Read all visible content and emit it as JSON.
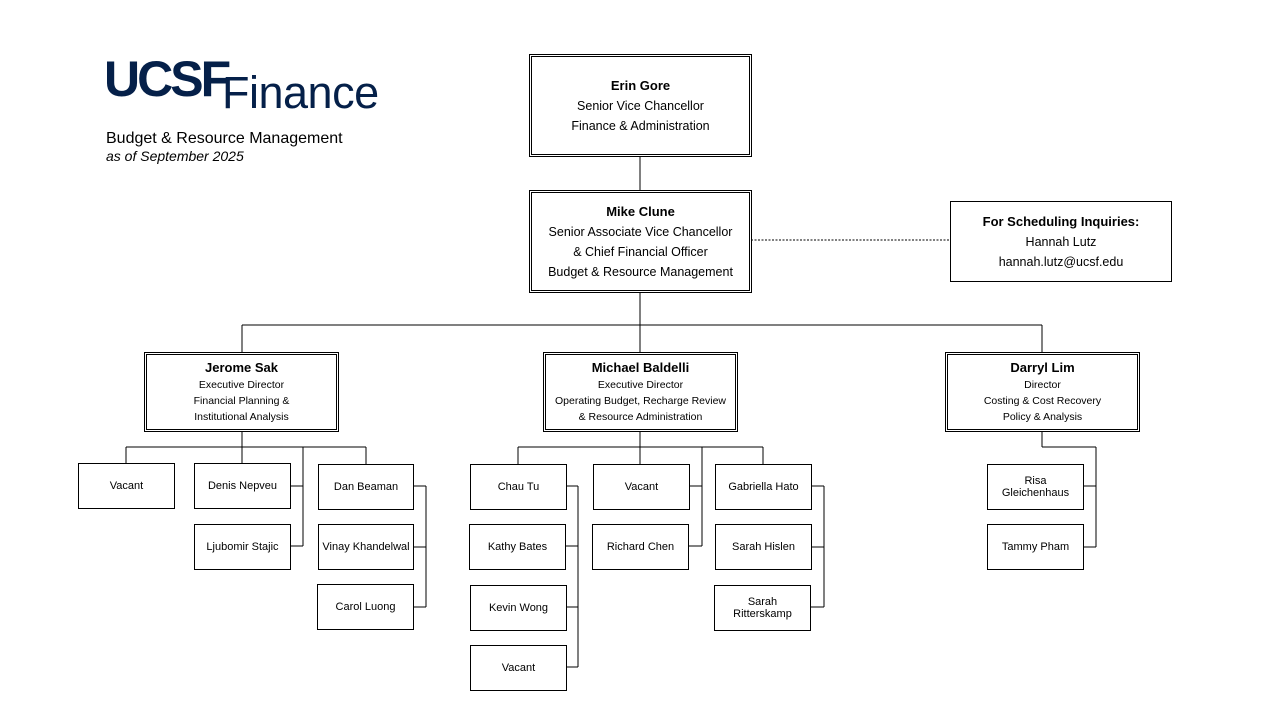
{
  "logo": {
    "mark": "UCSF",
    "word": "Finance"
  },
  "header": {
    "subtitle": "Budget & Resource Management",
    "as_of": "as of September 2025"
  },
  "top": {
    "name": "Erin Gore",
    "title1": "Senior Vice Chancellor",
    "title2": "Finance & Administration"
  },
  "cfo": {
    "name": "Mike Clune",
    "title1": "Senior Associate Vice Chancellor",
    "title2": "& Chief Financial Officer",
    "title3": "Budget & Resource Management"
  },
  "scheduling": {
    "heading": "For Scheduling Inquiries:",
    "name": "Hannah Lutz",
    "email": "hannah.lutz@ucsf.edu"
  },
  "managers": [
    {
      "name": "Jerome Sak",
      "title1": "Executive Director",
      "title2": "Financial Planning &",
      "title3": "Institutional Analysis"
    },
    {
      "name": "Michael Baldelli",
      "title1": "Executive Director",
      "title2": "Operating Budget, Recharge Review",
      "title3": "& Resource Administration"
    },
    {
      "name": "Darryl Lim",
      "title1": "Director",
      "title2": "Costing & Cost Recovery",
      "title3": "Policy & Analysis"
    }
  ],
  "staff": {
    "jerome": {
      "col1": [
        "Vacant"
      ],
      "col2": [
        "Denis Nepveu",
        "Ljubomir Stajic"
      ],
      "col3": [
        "Dan Beaman",
        "Vinay Khandelwal",
        "Carol Luong"
      ]
    },
    "michael": {
      "col1": [
        "Chau Tu",
        "Kathy Bates",
        "Kevin Wong",
        "Vacant"
      ],
      "col2": [
        "Vacant",
        "Richard Chen"
      ],
      "col3": [
        "Gabriella Hato",
        "Sarah Hislen",
        "Sarah Ritterskamp"
      ]
    },
    "darryl": {
      "col1": [
        "Risa Gleichenhaus",
        "Tammy Pham"
      ]
    }
  }
}
